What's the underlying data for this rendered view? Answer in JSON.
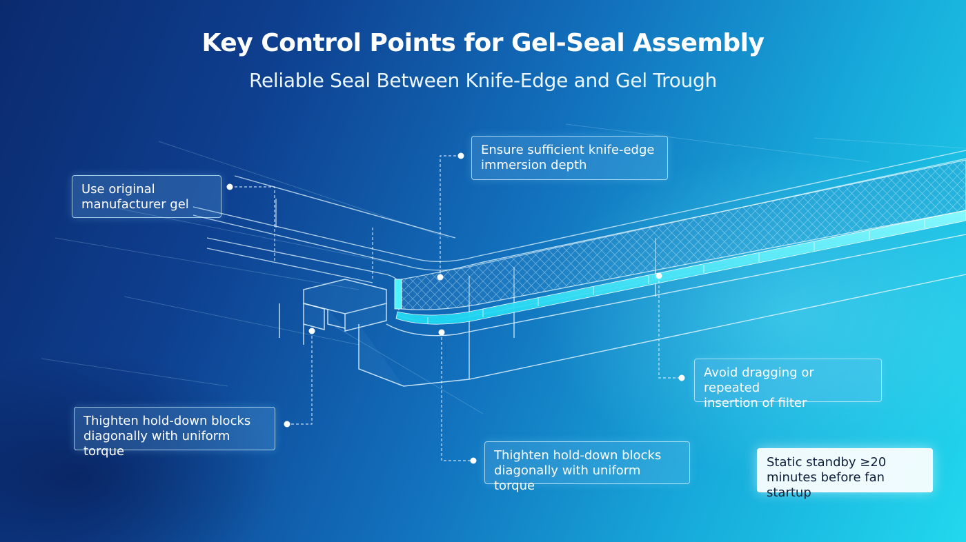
{
  "title": "Key Control Points for Gel-Seal Assembly",
  "subtitle": "Reliable Seal Between Knife-Edge and Gel Trough",
  "callouts": {
    "gel": "Use original\nmanufacturer gel",
    "immersion": "Ensure sufficient knife-edge\nimmersion depth",
    "dragging": "Avoid dragging or repeated\ninsertion of filter",
    "torque_left": "Thighten hold-down blocks\ndiagonally with uniform torque",
    "torque_center": "Thighten hold-down blocks\ndiagonally with uniform torque",
    "standby": "Static standby ≥20\nminutes before fan startup"
  },
  "colors": {
    "background_start": "#0b2a6e",
    "background_end": "#22d8ee",
    "gel_glow": "#2af0ff",
    "line": "#d8f2ff"
  }
}
